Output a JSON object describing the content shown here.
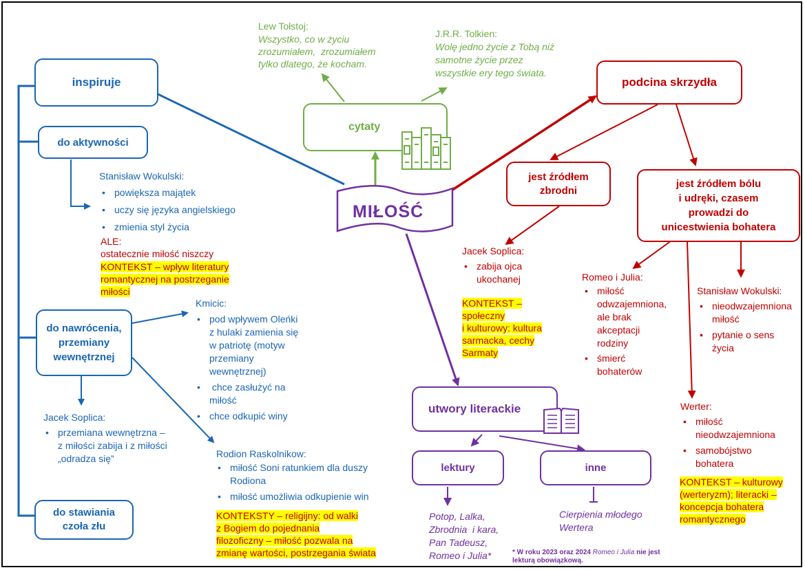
{
  "center": {
    "label": "MIŁOŚĆ"
  },
  "left": {
    "inspiruje": "inspiruje",
    "do_aktywnosci": "do aktywności",
    "wokulski": {
      "name": "Stanisław Wokulski:",
      "items": [
        "powiększa majątek",
        "uczy się języka angielskiego",
        "zmienia styl życia"
      ]
    },
    "ale": {
      "label": "ALE:",
      "text": "ostatecznie miłość niszczy",
      "kontekst": [
        "KONTEKST – wpływ literatury",
        "romantycznej na postrzeganie",
        "miłości"
      ]
    },
    "do_nawrocenia": [
      "do nawrócenia,",
      "przemiany",
      "wewnętrznej"
    ],
    "kmicic": {
      "name": "Kmicic:",
      "items": [
        [
          "pod wpływem Oleńki",
          "z hulaki zamienia się",
          "w patriotę (motyw",
          "przemiany",
          "wewnętrznej)"
        ],
        [
          " chce zasłużyć na",
          "miłość"
        ],
        [
          "chce odkupić winy"
        ]
      ]
    },
    "soplica": {
      "name": "Jacek Soplica:",
      "items": [
        [
          "przemiana wewnętrzna –",
          "z miłości zabija i z miłości",
          "„odradza się”"
        ]
      ]
    },
    "raskolnikow": {
      "name": "Rodion Raskolnikow:",
      "items": [
        [
          "miłość Soni ratunkiem dla duszy",
          "Rodiona"
        ],
        [
          "miłość umożliwia odkupienie win"
        ]
      ],
      "kontekst": [
        "KONTEKSTY – religijny: od walki",
        "z Bogiem do pojednania",
        "filozoficzny – miłość pozwala na",
        "zmianę wartości, postrzegania świata"
      ]
    },
    "do_stawiania": [
      "do stawiania",
      "czoła złu"
    ]
  },
  "quotes": {
    "box": "cytaty",
    "tolstoj": {
      "author": "Lew Tołstoj:",
      "lines": [
        "Wszystko, co w życiu",
        "zrozumiałem,  zrozumiałem",
        "tylko dlatego, że kocham."
      ]
    },
    "tolkien": {
      "author": "J.R.R. Tolkien:",
      "lines": [
        "Wolę jedno życie z Tobą niż",
        "samotne życie przez",
        "wszystkie ery tego świata."
      ]
    }
  },
  "right": {
    "podcina": "podcina skrzydła",
    "zrodlem_zbrodni": [
      "jest źródłem",
      "zbrodni"
    ],
    "zrodlem_bolu": [
      "jest źródłem bólu",
      "i udręki, czasem",
      "prowadzi do",
      "unicestwienia bohatera"
    ],
    "soplica": {
      "name": "Jacek Soplica:",
      "items": [
        [
          "zabija ojca",
          "ukochanej"
        ]
      ],
      "kontekst": [
        "KONTEKST –",
        "społeczny",
        "i kulturowy: kultura",
        "sarmacka, cechy",
        "Sarmaty"
      ]
    },
    "romeo": {
      "name": "Romeo i Julia:",
      "items": [
        [
          "miłość",
          "odwzajemniona,",
          "ale brak",
          "akceptacji",
          "rodziny"
        ],
        [
          "śmierć",
          "bohaterów"
        ]
      ]
    },
    "wokulski": {
      "name": "Stanisław Wokulski:",
      "items": [
        [
          "nieodwzajemniona",
          "miłość"
        ],
        [
          "pytanie o sens",
          "życia"
        ]
      ]
    },
    "werter": {
      "name": "Werter:",
      "items": [
        [
          "miłość",
          "nieodwzajemniona"
        ],
        [
          "samobójstwo",
          "bohatera"
        ]
      ],
      "kontekst": [
        "KONTEKST – kulturowy",
        "(werteryzm); literacki –",
        "koncepcja bohatera",
        "romantycznego"
      ]
    }
  },
  "works": {
    "box": "utwory literackie",
    "lektury": "lektury",
    "inne": "inne",
    "lektury_list": [
      "Potop, Lalka,",
      "Zbrodnia  i kara,",
      "Pan Tadeusz,",
      "Romeo i Julia*"
    ],
    "inne_list": [
      "Cierpienia młodego",
      "Wertera"
    ]
  },
  "footnote": {
    "line1_a": "* W roku 2023 oraz 2024 ",
    "line1_b": "Romeo i Julia",
    "line1_c": " nie jest",
    "line2": "lekturą obowiązkową."
  },
  "colors": {
    "blue": "#1a66b3",
    "red": "#c00000",
    "purple": "#7030a0",
    "green": "#70ad47",
    "highlight": "#ffff00"
  }
}
